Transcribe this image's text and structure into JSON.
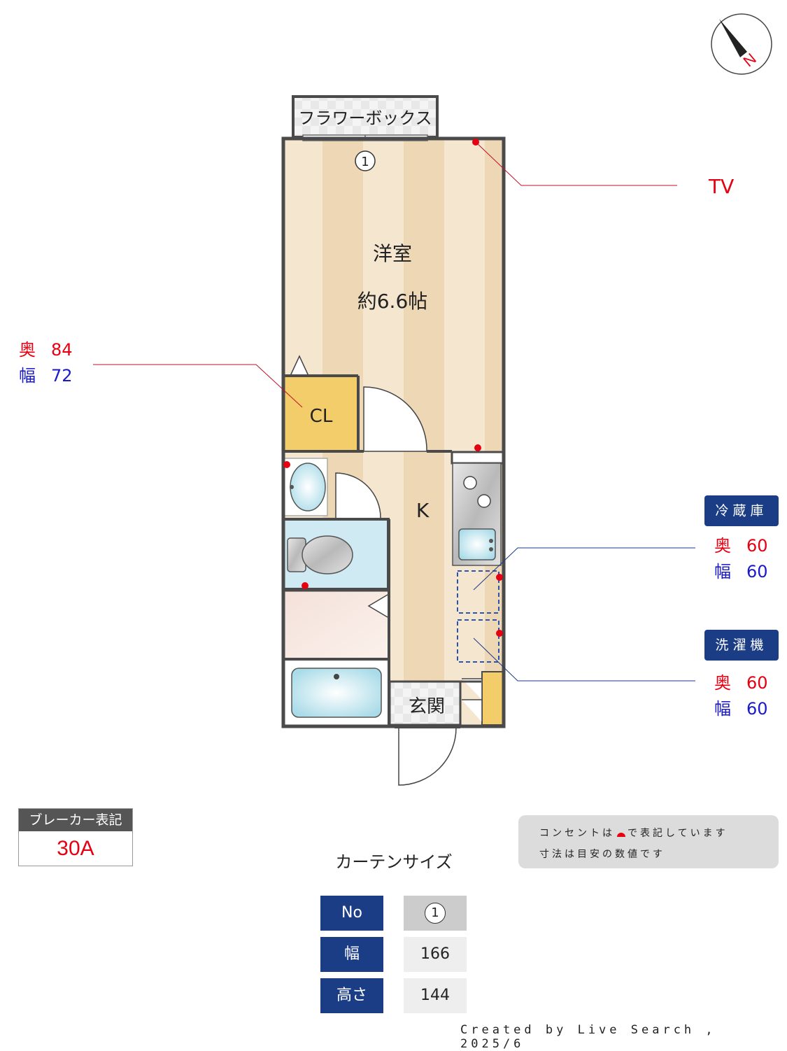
{
  "compass": {
    "label": "N"
  },
  "plan": {
    "flower_box": "フラワーボックス",
    "window_no": "1",
    "western_room": {
      "name": "洋室",
      "size": "約6.6帖"
    },
    "closet": "CL",
    "kitchen": "K",
    "entrance": "玄関"
  },
  "callouts": {
    "tv": "TV",
    "closet": {
      "depth_label": "奥",
      "depth": "84",
      "width_label": "幅",
      "width": "72"
    },
    "fridge": {
      "title": "冷蔵庫",
      "depth_label": "奥",
      "depth": "60",
      "width_label": "幅",
      "width": "60"
    },
    "washer": {
      "title": "洗濯機",
      "depth_label": "奥",
      "depth": "60",
      "width_label": "幅",
      "width": "60"
    }
  },
  "breaker": {
    "title": "ブレーカー表記",
    "value": "30A"
  },
  "note": {
    "line1_before": "コンセントは",
    "line1_after": "で表記しています",
    "line2": "寸法は目安の数値です"
  },
  "curtain": {
    "title": "カーテンサイズ",
    "rows": [
      {
        "header": "No",
        "value": "1"
      },
      {
        "header": "幅",
        "value": "166"
      },
      {
        "header": "高さ",
        "value": "144"
      }
    ]
  },
  "credit": "Created by Live Search , 2025/6",
  "colors": {
    "wall": "#4a4a4a",
    "floor_light": "#f5e6cf",
    "floor_dark": "#eed7b5",
    "closet": "#f3cd6a",
    "bath_blue": "#bfe4ee",
    "navy": "#1b3d86",
    "outlet_red": "#e60012"
  }
}
